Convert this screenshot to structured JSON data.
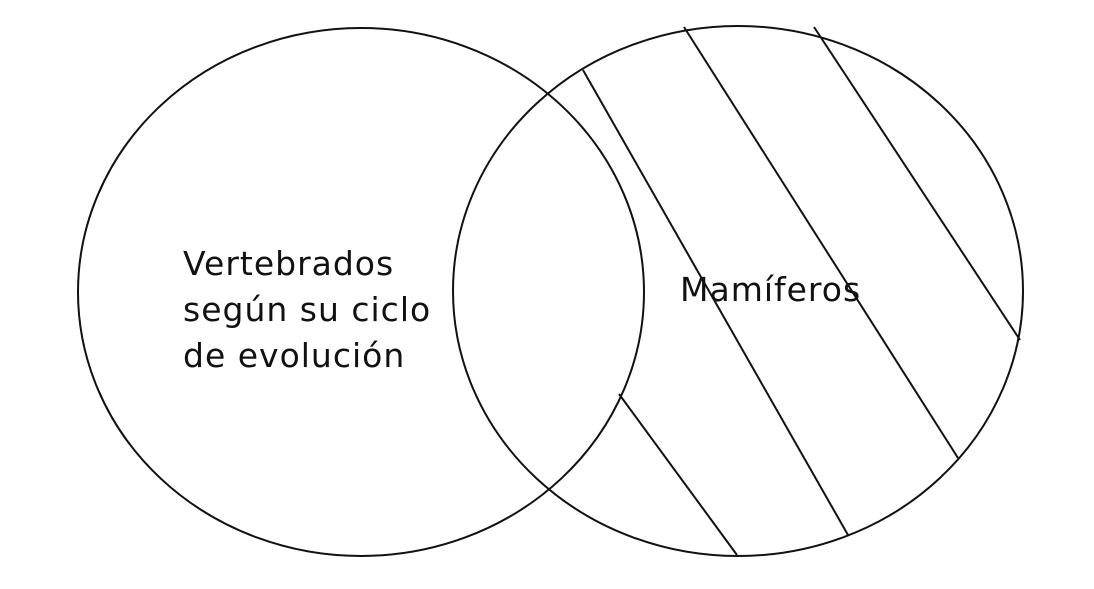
{
  "diagram": {
    "type": "venn",
    "sets": [
      {
        "label_lines": [
          "Vertebrados",
          "según su ciclo",
          "de evolución"
        ]
      },
      {
        "label_lines": [
          "Mamíferos"
        ],
        "hatched": true
      }
    ],
    "stroke_color": "#111111",
    "background": "#ffffff"
  }
}
